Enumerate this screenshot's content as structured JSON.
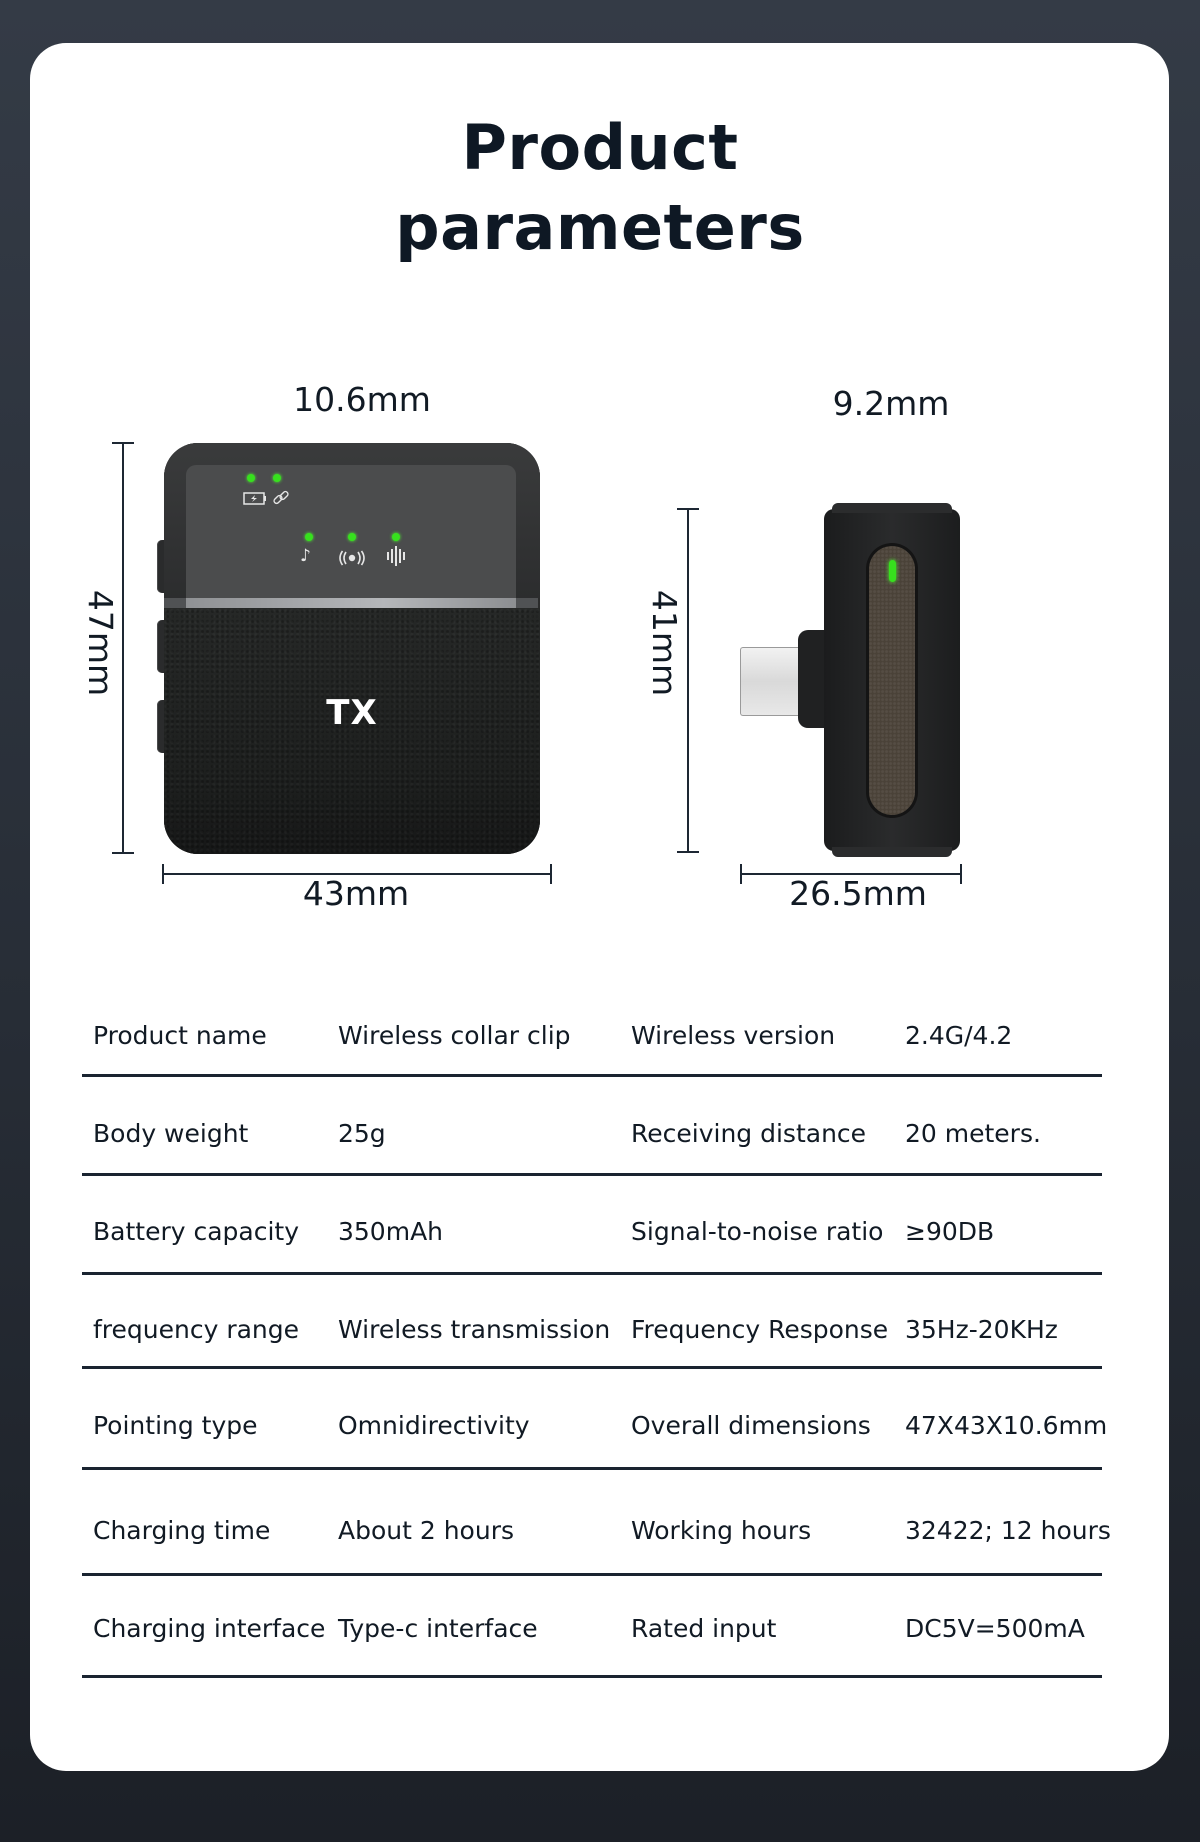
{
  "title": {
    "line1": "Product",
    "line2": "parameters"
  },
  "tx_device": {
    "label": "TX",
    "dimensions": {
      "depth": "10.6mm",
      "height": "47mm",
      "width": "43mm"
    },
    "indicators": [
      "battery-charging",
      "link",
      "music-note",
      "broadcast",
      "audio-wave"
    ],
    "led_color": "#37e01e"
  },
  "rx_device": {
    "dimensions": {
      "depth": "9.2mm",
      "height": "41mm",
      "width": "26.5mm"
    },
    "led_color": "#37e01e"
  },
  "specs": {
    "rows": [
      {
        "label1": "Product name",
        "value1": "Wireless collar clip",
        "label2": "Wireless version",
        "value2": "2.4G/4.2"
      },
      {
        "label1": "Body weight",
        "value1": "25g",
        "label2": "Receiving distance",
        "value2": "20 meters."
      },
      {
        "label1": "Battery capacity",
        "value1": "350mAh",
        "label2": "Signal-to-noise ratio",
        "value2": "≥90DB"
      },
      {
        "label1": "frequency range",
        "value1": "Wireless transmission",
        "label2": "Frequency Response",
        "value2": "35Hz-20KHz"
      },
      {
        "label1": "Pointing type",
        "value1": "Omnidirectivity",
        "label2": "Overall dimensions",
        "value2": "47X43X10.6mm"
      },
      {
        "label1": "Charging time",
        "value1": "About 2 hours",
        "label2": "Working hours",
        "value2": "32422; 12 hours"
      },
      {
        "label1": "Charging interface",
        "value1": "Type-c interface",
        "label2": "Rated input",
        "value2": "DC5V=500mA"
      }
    ]
  }
}
